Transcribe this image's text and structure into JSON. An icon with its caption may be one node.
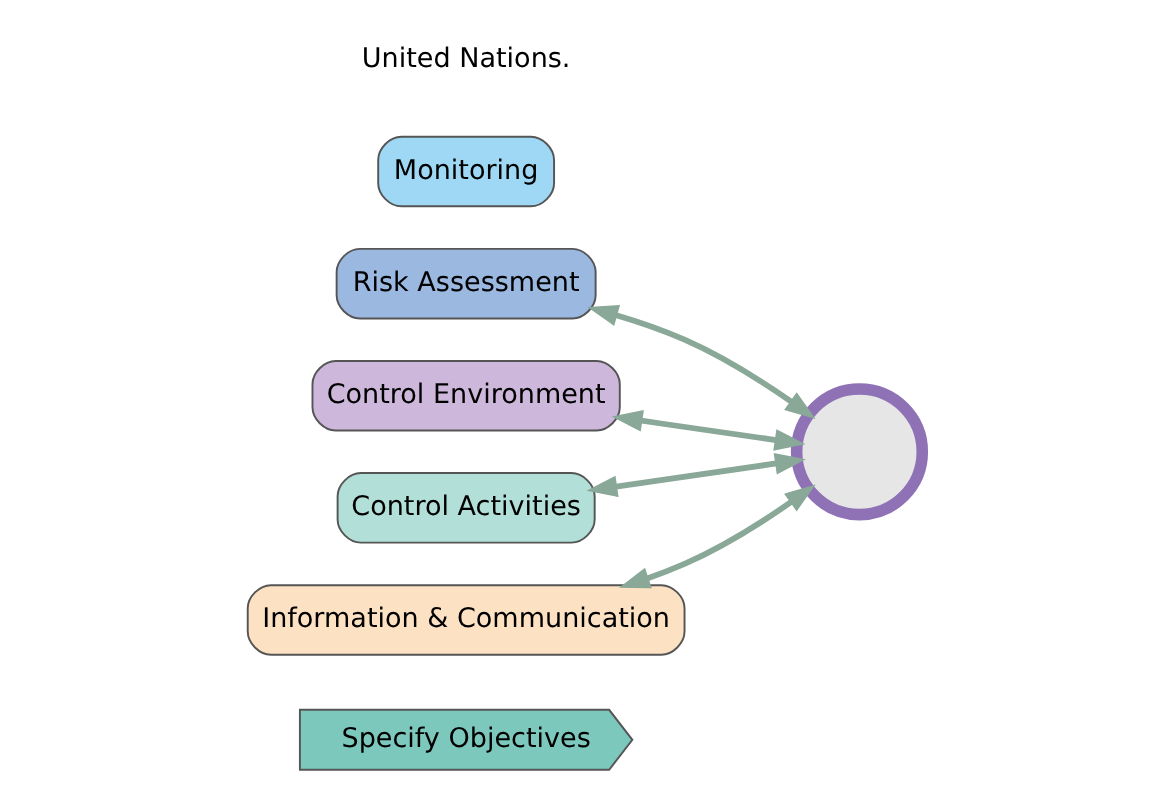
{
  "diagram": {
    "nodes": [
      {
        "text": [
          "Specify Objectives"
        ]
      },
      {
        "text": [],
        "shape": "circle"
      },
      {
        "text": [
          "Risk Assessment"
        ]
      },
      {
        "text": [
          "Control Environment"
        ]
      },
      {
        "text": [
          "Control Activities"
        ]
      },
      {
        "text": [
          "Information & Communication"
        ]
      },
      {
        "text": [
          "Monitoring"
        ]
      }
    ],
    "edges": [
      {
        "from": 2,
        "to": 1,
        "arrow": "both"
      },
      {
        "from": 3,
        "to": 1,
        "arrow": "both"
      },
      {
        "from": 4,
        "to": 1,
        "arrow": "both"
      },
      {
        "from": 5,
        "to": 1,
        "arrow": "both"
      }
    ],
    "labels": [
      "United Nations."
    ]
  }
}
